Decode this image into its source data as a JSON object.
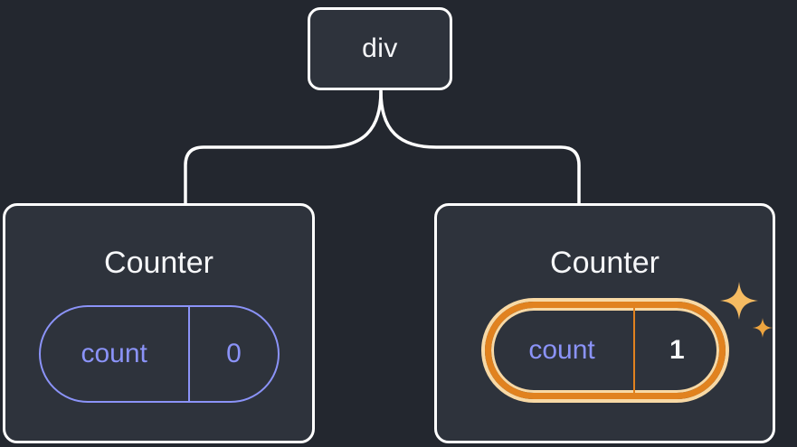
{
  "tree": {
    "root": {
      "label": "div"
    },
    "children": [
      {
        "title": "Counter",
        "state": {
          "key": "count",
          "value": "0"
        },
        "highlighted": false
      },
      {
        "title": "Counter",
        "state": {
          "key": "count",
          "value": "1"
        },
        "highlighted": true
      }
    ]
  },
  "icons": {
    "sparkles": "sparkles-icon"
  },
  "colors": {
    "background": "#23272f",
    "card_fill": "#2e333c",
    "card_border": "#ffffff",
    "state_accent_purple": "#8b93f8",
    "highlight_orange": "#e1821f",
    "highlight_glow": "#f8d9a5",
    "sparkle_gold": "#f5b754"
  }
}
